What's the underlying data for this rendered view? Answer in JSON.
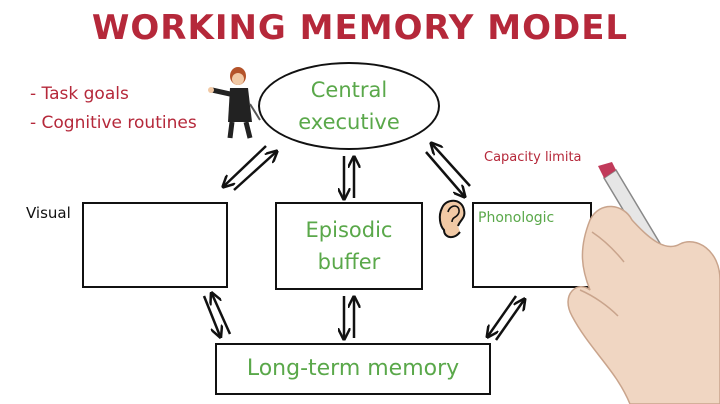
{
  "title": "WORKING MEMORY MODEL",
  "bullets": [
    "- Task goals",
    "- Cognitive routines"
  ],
  "central_executive": {
    "line1": "Central",
    "line2": "executive"
  },
  "visual_label": "Visual",
  "episodic_buffer": {
    "line1": "Episodic",
    "line2": "buffer"
  },
  "phonological_label": "Phonologic",
  "capacity_label": "Capacity limita",
  "long_term_memory": "Long-term memory",
  "colors": {
    "title": "#b5283a",
    "box_text": "#5aa84a",
    "ink": "#111111"
  }
}
